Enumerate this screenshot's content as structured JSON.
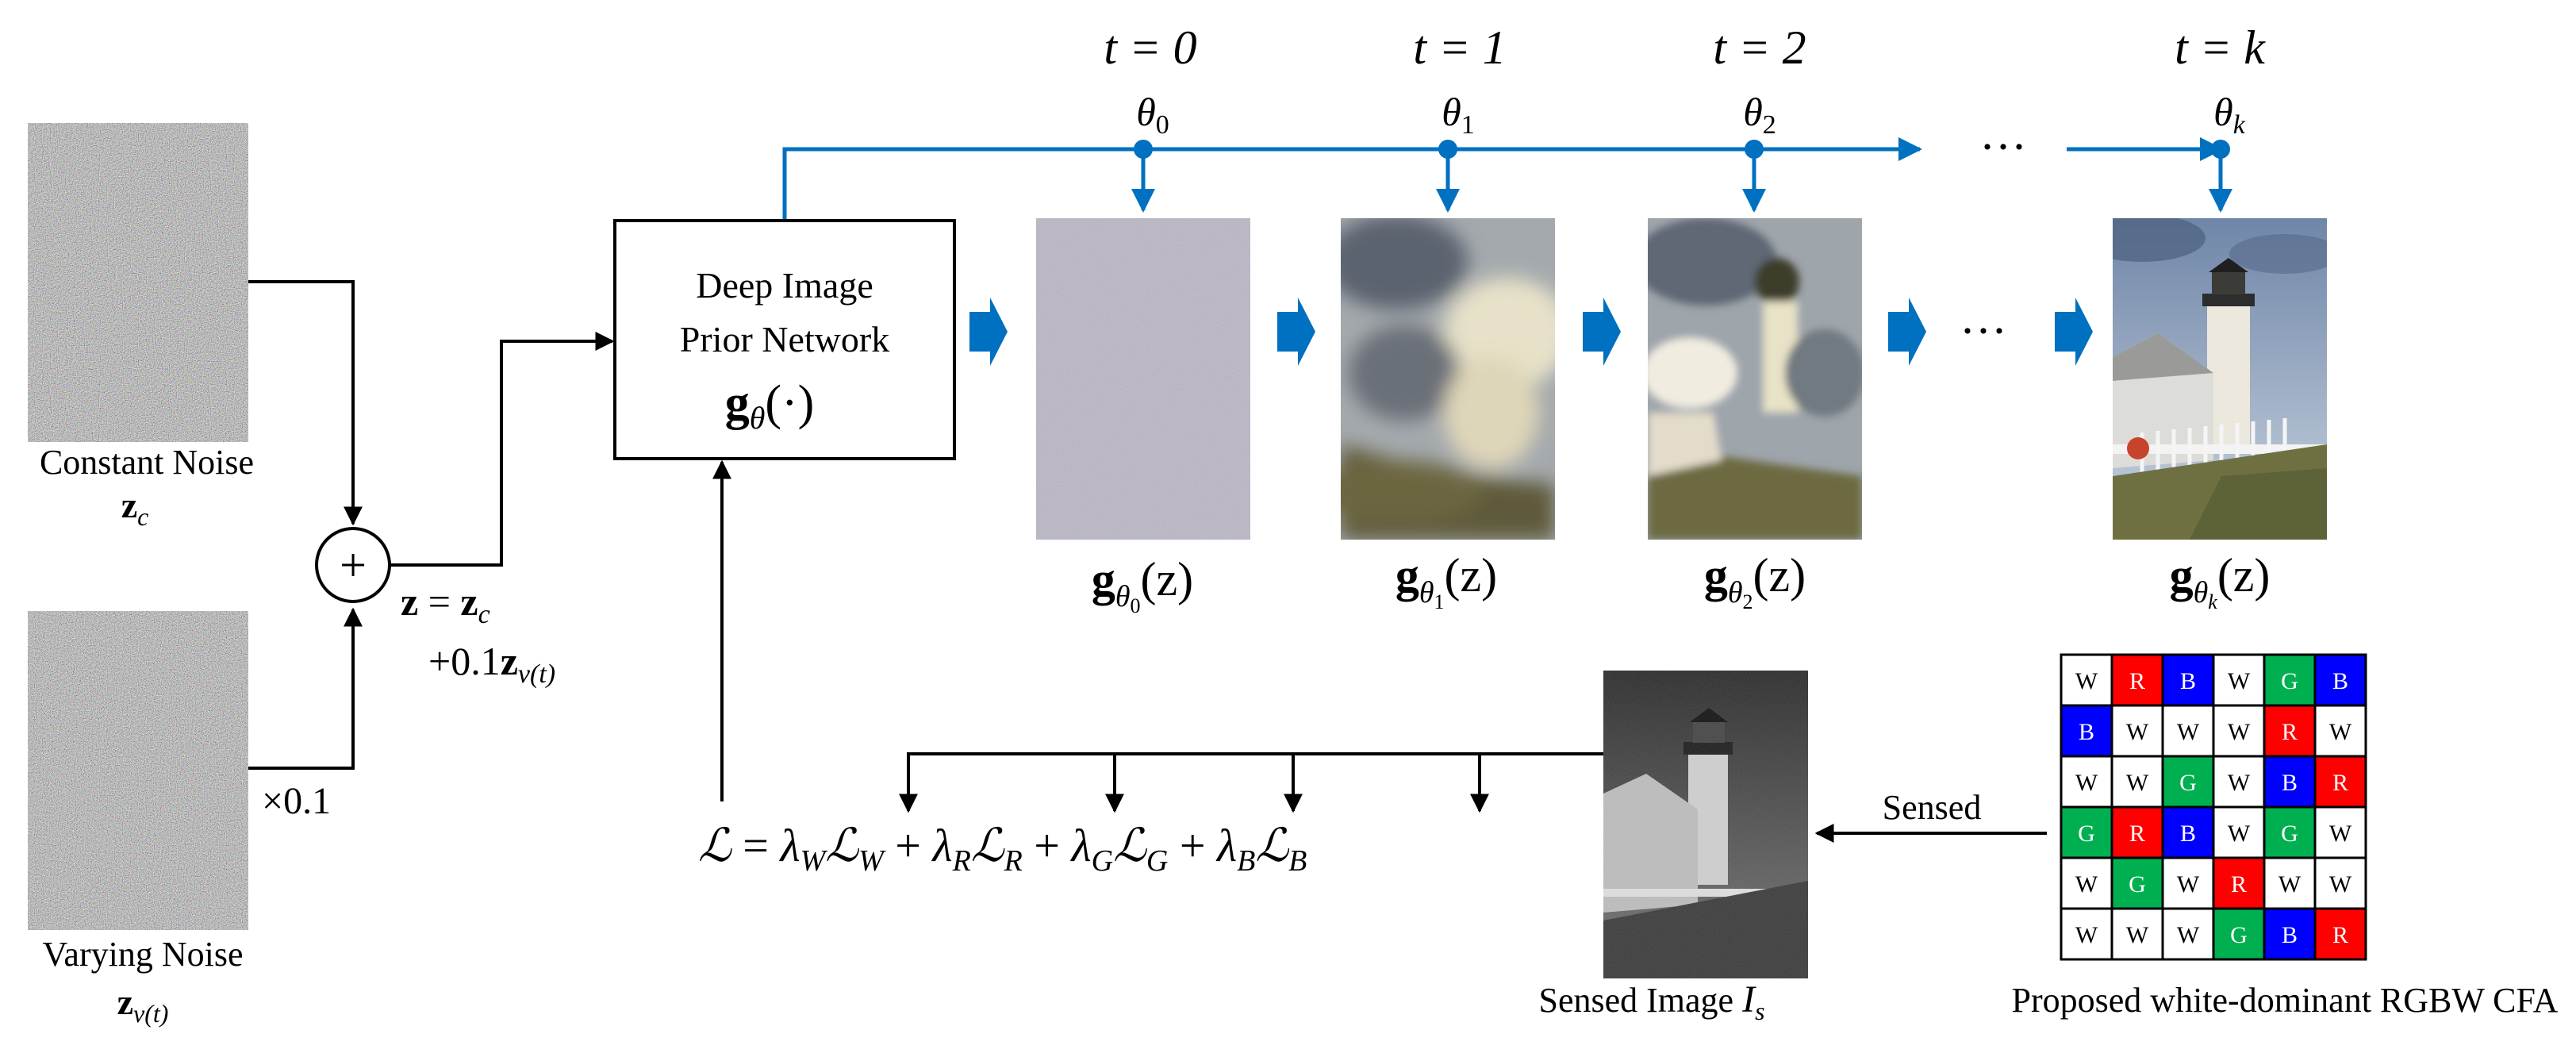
{
  "noise": {
    "constant_label": "Constant Noise",
    "constant_symbol": "z",
    "constant_sub": "c",
    "varying_label": "Varying Noise",
    "varying_symbol": "z",
    "varying_sub": "v(t)"
  },
  "combine": {
    "plus_sign": "+",
    "scale_label": "×0.1",
    "eq_line1_z": "z",
    "eq_line1_eq": " = ",
    "eq_line1_zc": "z",
    "eq_line1_c": "c",
    "eq_line2_prefix": "+0.1",
    "eq_line2_z": "z",
    "eq_line2_sub": "v(t)"
  },
  "network": {
    "line1": "Deep Image",
    "line2": "Prior Network",
    "func_g": "g",
    "func_sub": "θ",
    "func_arg": "(·)"
  },
  "steps": [
    {
      "t_label": "t = 0",
      "theta": "θ",
      "theta_sub": "0",
      "out_g": "g",
      "out_theta": "θ",
      "out_sub": "0",
      "out_arg": "(z)"
    },
    {
      "t_label": "t = 1",
      "theta": "θ",
      "theta_sub": "1",
      "out_g": "g",
      "out_theta": "θ",
      "out_sub": "1",
      "out_arg": "(z)"
    },
    {
      "t_label": "t = 2",
      "theta": "θ",
      "theta_sub": "2",
      "out_g": "g",
      "out_theta": "θ",
      "out_sub": "2",
      "out_arg": "(z)"
    },
    {
      "t_label": "t = k",
      "theta": "θ",
      "theta_sub": "k",
      "out_g": "g",
      "out_theta": "θ",
      "out_sub": "k",
      "out_arg": "(z)"
    }
  ],
  "ellipsis": "···",
  "loss": {
    "L": "ℒ",
    "eq": " = ",
    "terms": [
      {
        "lambda": "λ",
        "sub": "W",
        "L": "ℒ",
        "Lsub": "W"
      },
      {
        "lambda": "λ",
        "sub": "R",
        "L": "ℒ",
        "Lsub": "R"
      },
      {
        "lambda": "λ",
        "sub": "G",
        "L": "ℒ",
        "Lsub": "G"
      },
      {
        "lambda": "λ",
        "sub": "B",
        "L": "ℒ",
        "Lsub": "B"
      }
    ],
    "plus": " + "
  },
  "sensed": {
    "arrow_label": "Sensed",
    "image_label": "Sensed Image ",
    "image_symbol": "I",
    "image_sub": "s"
  },
  "cfa": {
    "caption": "Proposed white-dominant RGBW CFA",
    "grid": [
      [
        "W",
        "R",
        "B",
        "W",
        "G",
        "B"
      ],
      [
        "B",
        "W",
        "W",
        "W",
        "R",
        "W"
      ],
      [
        "W",
        "W",
        "G",
        "W",
        "B",
        "R"
      ],
      [
        "G",
        "R",
        "B",
        "W",
        "G",
        "W"
      ],
      [
        "W",
        "G",
        "W",
        "R",
        "W",
        "W"
      ],
      [
        "W",
        "W",
        "W",
        "G",
        "B",
        "R"
      ]
    ],
    "colors": {
      "W": "#ffffff",
      "R": "#ff0000",
      "G": "#00b050",
      "B": "#0000ff"
    }
  },
  "accent_color": "#0070c0"
}
